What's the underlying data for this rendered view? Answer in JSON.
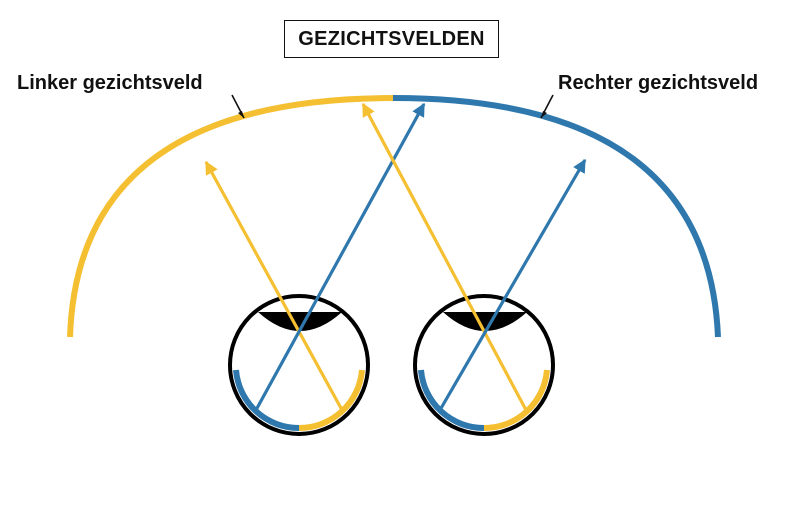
{
  "title": "GEZICHTSVELDEN",
  "labels": {
    "left_field": "Linker gezichtsveld",
    "right_field": "Rechter gezichtsveld"
  },
  "colors": {
    "left_field": "#f5bf32",
    "right_field": "#2f78ad",
    "outline": "#000000",
    "text": "#111111"
  },
  "eyes": [
    "left-eye",
    "right-eye"
  ]
}
